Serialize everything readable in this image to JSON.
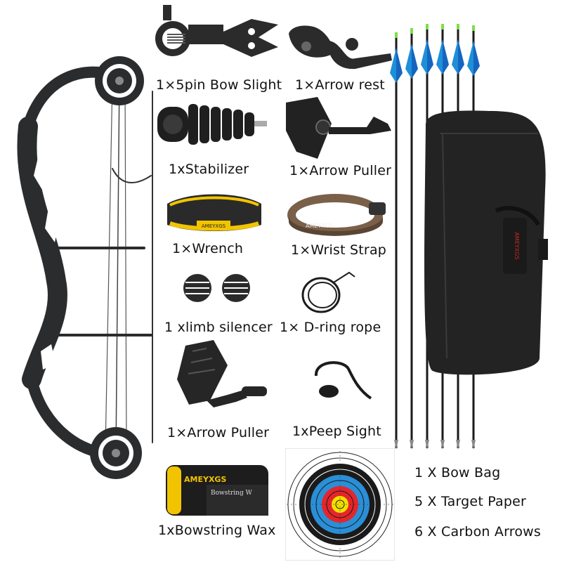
{
  "labels": {
    "sight": "1×5pin Bow Slight",
    "arrow_rest": "1×Arrow rest",
    "stabilizer": "1xStabilizer",
    "arrow_puller_1": "1×Arrow Puller",
    "wrench": "1×Wrench",
    "wrist_strap": "1×Wrist Strap",
    "limb_silencer": "1 xlimb silencer",
    "d_ring_rope": "1× D-ring rope",
    "arrow_puller_2": "1×Arrow Puller",
    "peep_sight": "1xPeep Sight",
    "bowstring_wax": "1xBowstring Wax",
    "bow_bag": "1 X Bow Bag",
    "target_paper": "5 X Target Paper",
    "carbon_arrows": "6 X Carbon Arrows"
  },
  "product_text": {
    "wax_brand": "AMEYXGS",
    "wax_text": "Bowstring W",
    "strap_brand": "AMEYXGS",
    "bag_brand": "AMEYXGS",
    "wrench_brand": "AMEYXGS"
  },
  "colors": {
    "bow": "#2a2c2e",
    "arrow_fletch": "#1e8fd8",
    "arrow_nock": "#7be04a",
    "bag": "#232323",
    "wrench_yellow": "#f2c400",
    "target_yellow": "#f5e100",
    "target_red": "#e3262b",
    "target_blue": "#2a8fd6",
    "target_black": "#1a1a1a"
  }
}
